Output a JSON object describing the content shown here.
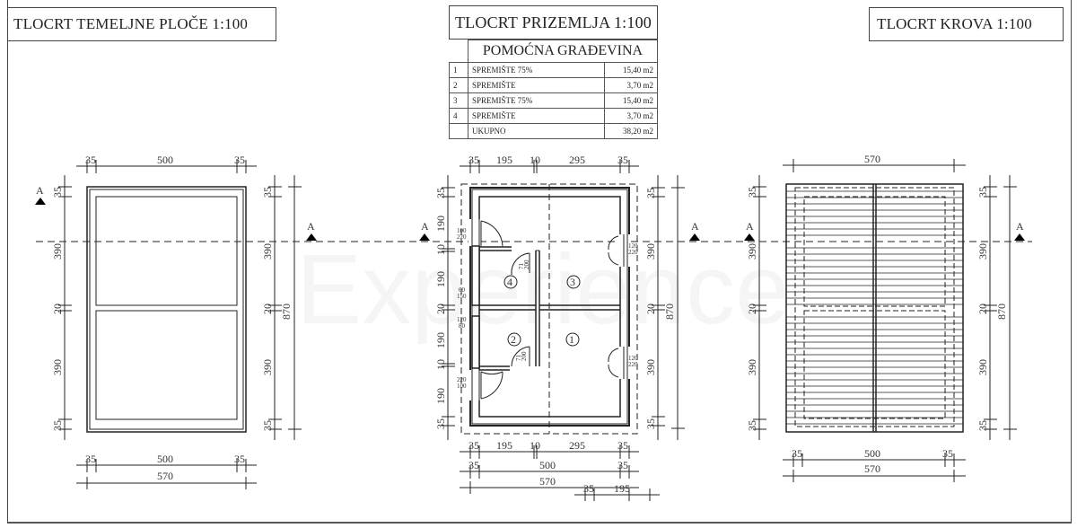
{
  "titles": {
    "foundation": "TLOCRT TEMELJNE PLOČE  1:100",
    "ground_floor": "TLOCRT PRIZEMLJA 1:100",
    "roof": "TLOCRT KROVA  1:100"
  },
  "area_table": {
    "heading": "POMOĆNA GRAĐEVINA",
    "rows": [
      {
        "no": "1",
        "name": "SPREMIŠTE 75%",
        "area": "15,40 m2"
      },
      {
        "no": "2",
        "name": "SPREMIŠTE",
        "area": "3,70 m2"
      },
      {
        "no": "3",
        "name": "SPREMIŠTE 75%",
        "area": "15,40 m2"
      },
      {
        "no": "4",
        "name": "SPREMIŠTE",
        "area": "3,70 m2"
      },
      {
        "no": "",
        "name": "UKUPNO",
        "area": "38,20 m2"
      }
    ]
  },
  "section_marker": "A",
  "watermark": "Experience",
  "dims": {
    "wall": "35",
    "inner_width": "500",
    "total_width": "570",
    "room_height": "390",
    "mid_wall": "20",
    "total_height": "870",
    "left_room_w": "195",
    "partition": "10",
    "right_room_w": "295",
    "small_room_h": "190",
    "extra": "195",
    "door_100": "100",
    "door_220": "220",
    "door_120": "120",
    "door_80": "80",
    "door_60": "60",
    "door_150": "150",
    "door_71": "71",
    "door_200": "200"
  },
  "rooms": [
    "1",
    "2",
    "3",
    "4"
  ]
}
